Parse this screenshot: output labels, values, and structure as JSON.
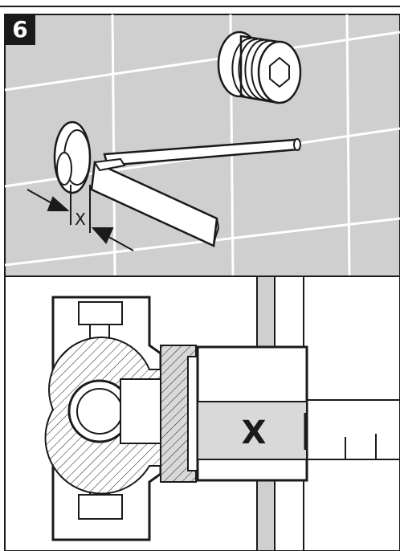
{
  "step": {
    "number": "6"
  },
  "callouts": {
    "top_dimension": "X",
    "bottom_dimension": "X"
  },
  "colors": {
    "wall": "#cfcfcf",
    "grout": "#ffffff",
    "ink": "#1a1a1a",
    "metal": "#d9d9d9",
    "shade": "#a6a6a6"
  }
}
